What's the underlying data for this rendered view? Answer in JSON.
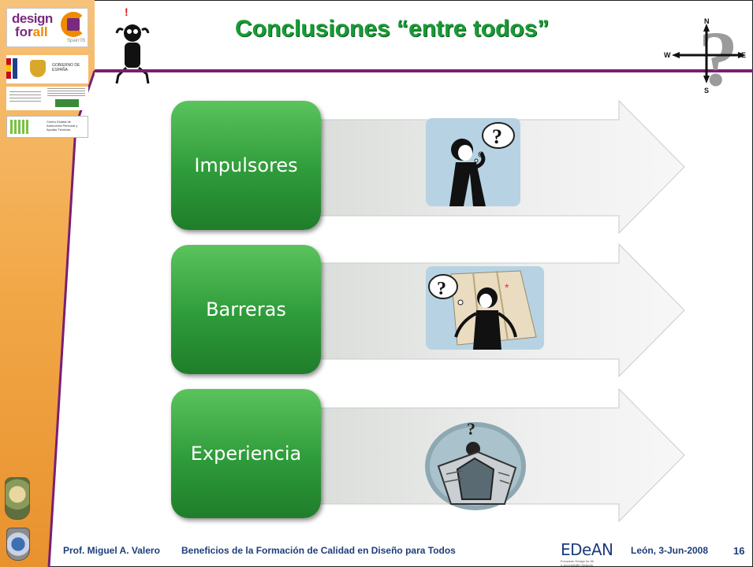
{
  "slide": {
    "title": "Conclusiones “entre todos”",
    "page_number": "16"
  },
  "sidebar": {
    "logo_line1": "design",
    "logo_line2a": "for",
    "logo_line2b": "all",
    "logo_tag": "Spain'05",
    "gob_text": "GOBIERNO DE ESPAÑA",
    "ceapat_text": "Centro Estatal de Autonomía Personal y Ayudas Técnicas"
  },
  "compass": {
    "n": "N",
    "s": "S",
    "w": "W",
    "e": "E"
  },
  "rows": [
    {
      "label": "Impulsores"
    },
    {
      "label": "Barreras"
    },
    {
      "label": "Experiencia"
    }
  ],
  "footer": {
    "author": "Prof. Miguel A. Valero",
    "course": "Beneficios de la Formación de Calidad en Diseño para Todos",
    "logo_text": "EDeAN",
    "logo_sub1": "European Design for All",
    "logo_sub2": "e-Accessibility Network",
    "place_date": "León, 3-Jun-2008"
  },
  "colors": {
    "title_green": "#189b35",
    "rule_purple": "#7a1e74",
    "sidebar_orange": "#f0a545",
    "box_green": "#2e9b3a",
    "footer_blue": "#1e3d7b"
  }
}
